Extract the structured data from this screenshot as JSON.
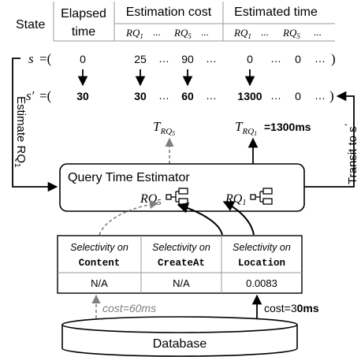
{
  "state_table": {
    "state_label": "State",
    "elapsed_line1": "Elapsed",
    "elapsed_line2": "time",
    "estimation_cost": "Estimation cost",
    "estimated_time": "Estimated time",
    "rq1": "RQ",
    "rq1_sub": "1",
    "rq5": "RQ",
    "rq5_sub": "5",
    "ellipsis": "...",
    "ellipsis2": "..."
  },
  "state_s": {
    "label": "s",
    "equals_paren": "=(",
    "elapsed": "0",
    "cost_rq1": "25",
    "cost_ellipsis": "…",
    "cost_rq5": "90",
    "cost_tail": "…",
    "est_rq1": "0",
    "est_ellipsis": "…",
    "est_rq5": "0",
    "est_tail": "…",
    "close": ")"
  },
  "state_s_prime": {
    "label": "s′",
    "equals_paren": "=(",
    "elapsed": "30",
    "cost_rq1": "30",
    "cost_ellipsis": "…",
    "cost_rq5": "60",
    "cost_tail": "…",
    "est_rq1": "1300",
    "est_ellipsis": "…",
    "est_rq5": "0",
    "est_tail": "…",
    "close": ")"
  },
  "outputs": {
    "t_rq5": "T",
    "t_rq5_sub": "RQ",
    "t_rq5_subsub": "5",
    "t_rq1": "T",
    "t_rq1_sub": "RQ",
    "t_rq1_subsub": "1",
    "t_rq1_value": "=1300ms"
  },
  "side_labels": {
    "estimate": "Estimate RQ",
    "estimate_sub": "1",
    "transit": "Transit to s",
    "transit_prime": "′"
  },
  "estimator": {
    "title": "Query Time Estimator",
    "rq5": "RQ",
    "rq5_sub": "5",
    "rq1": "RQ",
    "rq1_sub": "1"
  },
  "selectivity_table": {
    "header_prefix": "Selectivity on",
    "columns": [
      "Content",
      "CreateAt",
      "Location"
    ],
    "values": [
      "N/A",
      "N/A",
      "0.0083"
    ]
  },
  "costs": {
    "left": "cost=60ms",
    "right_prefix": "cost=3",
    "right_bold": "0ms"
  },
  "database": {
    "label": "Database"
  },
  "colors": {
    "ink": "#000000",
    "dashed_gray": "#7f7f7f",
    "table_border": "#999999"
  }
}
